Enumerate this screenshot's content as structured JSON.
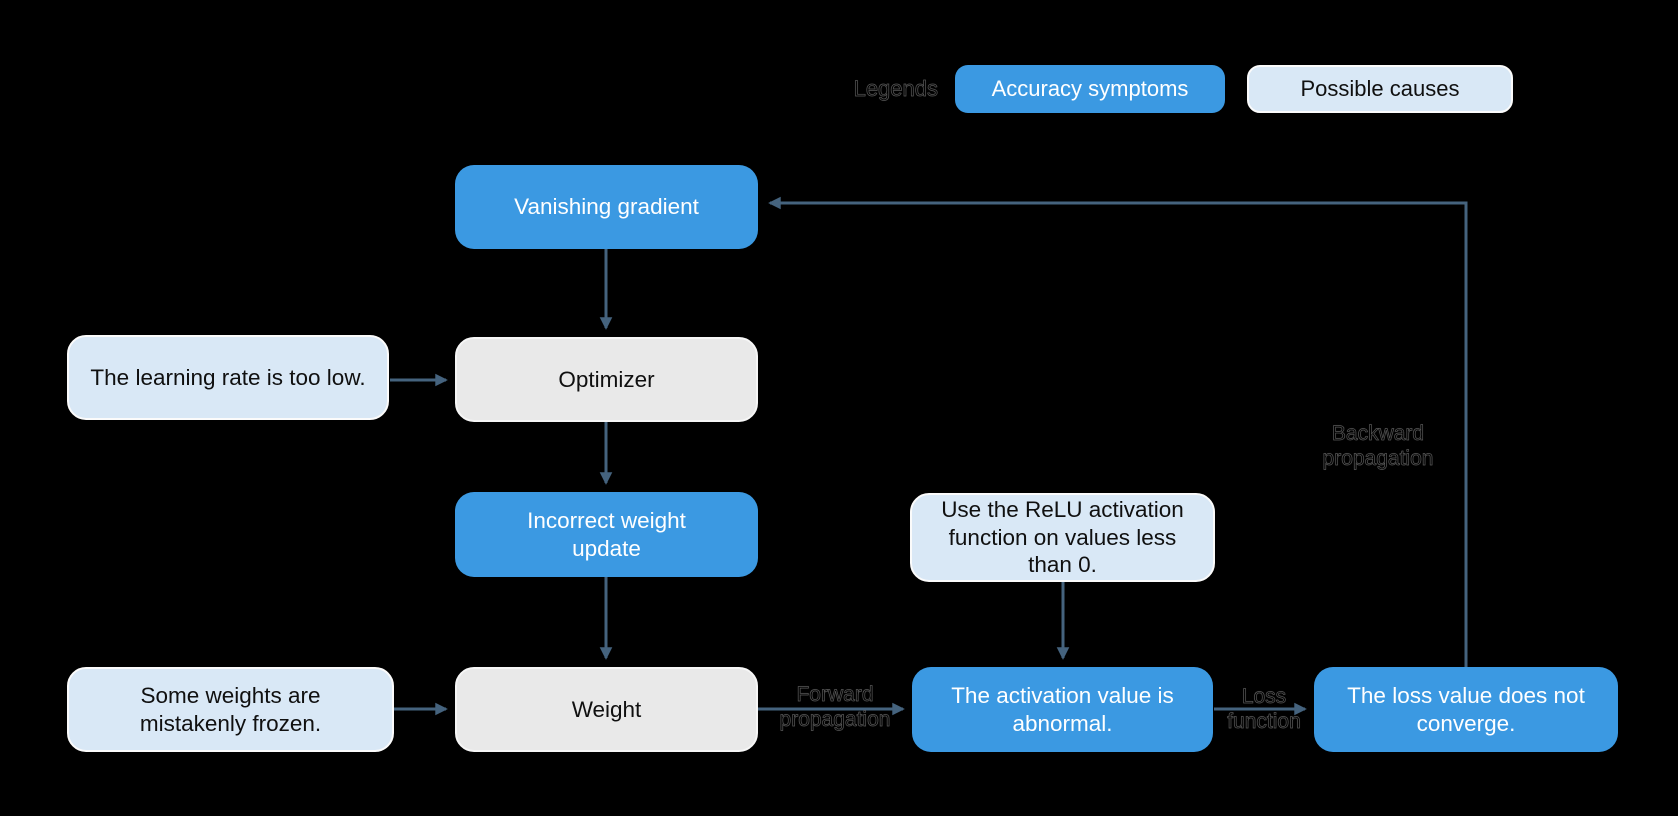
{
  "legend": {
    "title": "Legends",
    "items": [
      {
        "label": "Accuracy symptoms",
        "type": "symptom"
      },
      {
        "label": "Possible causes",
        "type": "cause"
      }
    ]
  },
  "nodes": {
    "vanishing_gradient": {
      "label": "Vanishing gradient",
      "type": "symptom"
    },
    "optimizer": {
      "label": "Optimizer",
      "type": "neutral"
    },
    "incorrect_weight_update": {
      "label": "Incorrect weight update",
      "type": "symptom"
    },
    "weight": {
      "label": "Weight",
      "type": "neutral"
    },
    "learning_rate_low": {
      "label": "The learning rate is too low.",
      "type": "cause"
    },
    "frozen_weights": {
      "label": "Some weights are mistakenly frozen.",
      "type": "cause"
    },
    "relu_hint": {
      "label": "Use the ReLU activation function on values less than 0.",
      "type": "cause"
    },
    "activation_abnormal": {
      "label": "The activation value is abnormal.",
      "type": "symptom"
    },
    "loss_not_converge": {
      "label": "The loss value does not converge.",
      "type": "symptom"
    }
  },
  "edge_labels": {
    "forward": "Forward propagation",
    "loss": "Loss function",
    "backward": "Backward propagation"
  },
  "colors": {
    "accuracy_symptom_fill": "#3b99e2",
    "possible_cause_fill": "#d9e8f6",
    "neutral_fill": "#e9e9e9",
    "arrow": "#45637e",
    "background": "#000000"
  }
}
